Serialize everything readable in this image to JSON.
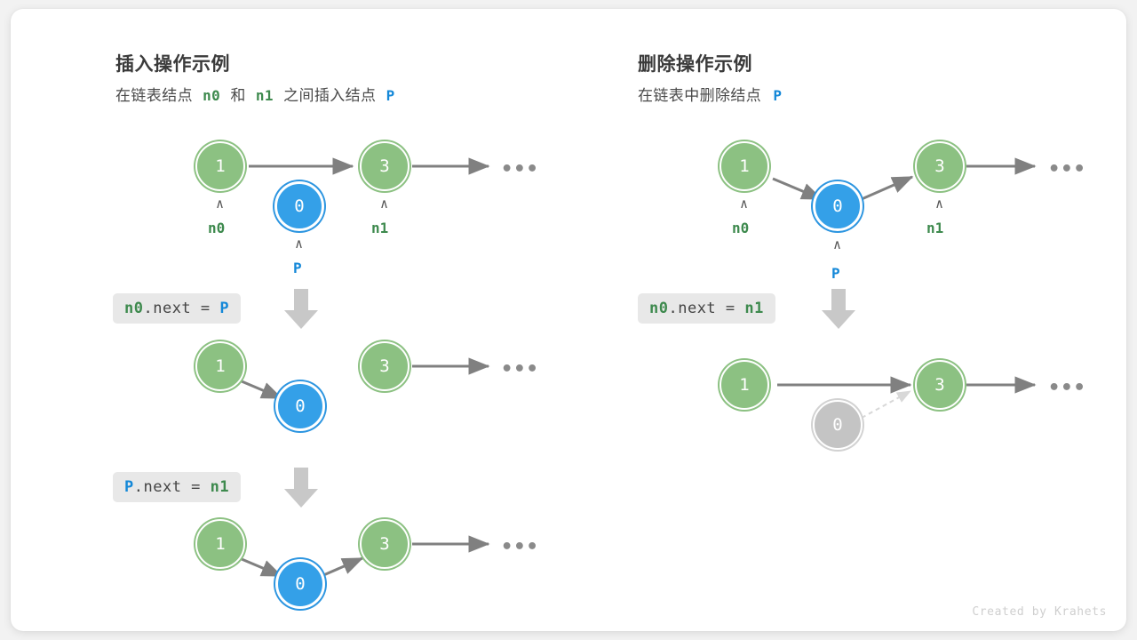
{
  "credit": "Created by Krahets",
  "panels": [
    {
      "id": "insert",
      "title": "插入操作示例",
      "subtitle": {
        "part1": "在链表结点",
        "token1": "n0",
        "part2": "和",
        "token2": "n1",
        "part3": "之间插入结点",
        "token3": "P"
      },
      "steps": [
        {
          "id": "insert-step-1",
          "code": null,
          "nodes": [
            {
              "value": "1",
              "kind": "green",
              "label": "n0",
              "label_color": "green"
            },
            {
              "value": "0",
              "kind": "blue",
              "label": "P",
              "label_color": "blue"
            },
            {
              "value": "3",
              "kind": "green",
              "label": "n1",
              "label_color": "green"
            }
          ],
          "tail": "•••"
        },
        {
          "id": "insert-step-2",
          "code": {
            "tokens": [
              "n0",
              ".next = ",
              "P"
            ],
            "colors": [
              "green",
              "plain",
              "blue"
            ]
          },
          "nodes": [
            {
              "value": "1",
              "kind": "green"
            },
            {
              "value": "0",
              "kind": "blue"
            },
            {
              "value": "3",
              "kind": "green"
            }
          ],
          "tail": "•••"
        },
        {
          "id": "insert-step-3",
          "code": {
            "tokens": [
              "P",
              ".next = ",
              "n1"
            ],
            "colors": [
              "blue",
              "plain",
              "green"
            ]
          },
          "nodes": [
            {
              "value": "1",
              "kind": "green"
            },
            {
              "value": "0",
              "kind": "blue"
            },
            {
              "value": "3",
              "kind": "green"
            }
          ],
          "tail": "•••"
        }
      ]
    },
    {
      "id": "delete",
      "title": "删除操作示例",
      "subtitle": {
        "part1": "在链表中删除结点",
        "token1": "P",
        "part2": "",
        "token2": "",
        "part3": "",
        "token3": ""
      },
      "steps": [
        {
          "id": "delete-step-1",
          "code": null,
          "nodes": [
            {
              "value": "1",
              "kind": "green",
              "label": "n0",
              "label_color": "green"
            },
            {
              "value": "0",
              "kind": "blue",
              "label": "P",
              "label_color": "blue"
            },
            {
              "value": "3",
              "kind": "green",
              "label": "n1",
              "label_color": "green"
            }
          ],
          "tail": "•••"
        },
        {
          "id": "delete-step-2",
          "code": {
            "tokens": [
              "n0",
              ".next = ",
              "n1"
            ],
            "colors": [
              "green",
              "plain",
              "green"
            ]
          },
          "nodes": [
            {
              "value": "1",
              "kind": "green"
            },
            {
              "value": "0",
              "kind": "gray"
            },
            {
              "value": "3",
              "kind": "green"
            }
          ],
          "tail": "•••"
        }
      ]
    }
  ],
  "colors": {
    "green_node": "#8cc182",
    "blue_node": "#34a0e8",
    "gray_node": "#c4c4c4",
    "edge": "#808080",
    "green_text": "#3e8a4e",
    "blue_text": "#1488d8",
    "chip_bg": "#e8e8e8"
  }
}
